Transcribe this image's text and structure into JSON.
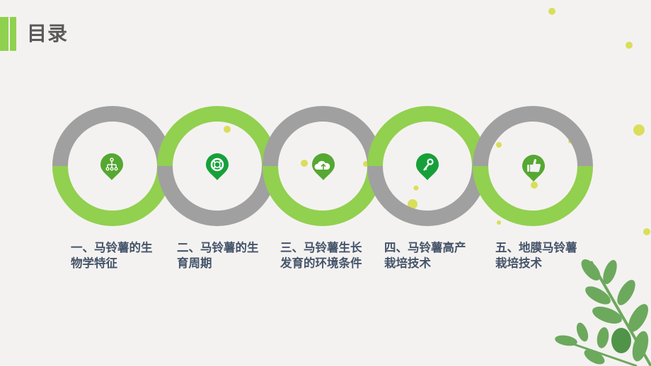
{
  "header": {
    "title": "目录"
  },
  "colors": {
    "accent_green": "#8fd14f",
    "ring_gray": "#a0a0a0",
    "pin_green": "#55a832",
    "pin_dark_green": "#17a03a",
    "label_text": "#44546a",
    "title_text": "#595959",
    "dot_yellow": "#d7dc4a",
    "background": "#f4f2f0"
  },
  "items": [
    {
      "label": "一、马铃薯的生物学特征",
      "icon": "hierarchy-icon",
      "top_color": "gray",
      "bottom_color": "green"
    },
    {
      "label": "二、马铃薯的生育周期",
      "icon": "lifebuoy-icon",
      "top_color": "green",
      "bottom_color": "gray"
    },
    {
      "label": "三、马铃薯生长发育的环境条件",
      "icon": "cloud-upload-icon",
      "top_color": "gray",
      "bottom_color": "green"
    },
    {
      "label": "四、马铃薯高产栽培技术",
      "icon": "key-icon",
      "top_color": "green",
      "bottom_color": "gray"
    },
    {
      "label": "五、地膜马铃薯栽培技术",
      "icon": "thumbs-up-icon",
      "top_color": "gray",
      "bottom_color": "green"
    }
  ]
}
